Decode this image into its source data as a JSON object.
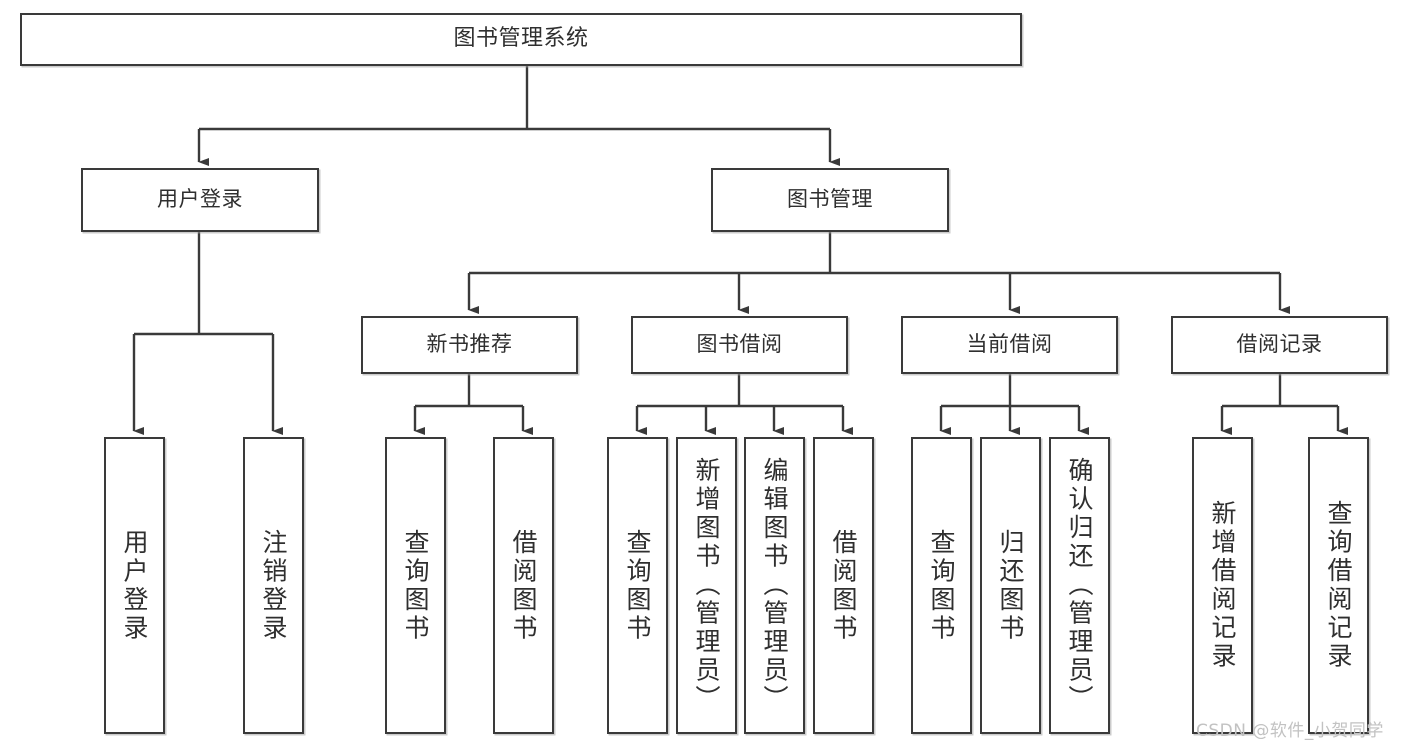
{
  "diagram": {
    "title": "图书管理系统",
    "type": "tree-hierarchy",
    "orientation": "top-down",
    "colors": {
      "background": "#ffffff",
      "node_border": "#3a3a3a",
      "node_fill": "#ffffff",
      "edge": "#3a3a3a",
      "text": "#2f2f2f",
      "watermark": "#c2c2c2"
    },
    "watermark": "CSDN @软件_小贺同学"
  },
  "nodes": {
    "root": {
      "label": "图书管理系统"
    },
    "level1": [
      {
        "id": "user-login",
        "label": "用户登录"
      },
      {
        "id": "book-manage",
        "label": "图书管理"
      }
    ],
    "level2": [
      {
        "id": "new-book-recommend",
        "label": "新书推荐"
      },
      {
        "id": "book-borrow",
        "label": "图书借阅"
      },
      {
        "id": "current-borrow",
        "label": "当前借阅"
      },
      {
        "id": "borrow-record",
        "label": "借阅记录"
      }
    ],
    "leaves": {
      "user-login": [
        {
          "id": "leaf-user-login",
          "label": "用户登录"
        },
        {
          "id": "leaf-user-logout",
          "label": "注销登录"
        }
      ],
      "new-book-recommend": [
        {
          "id": "leaf-query-book-1",
          "label": "查询图书"
        },
        {
          "id": "leaf-borrow-book-1",
          "label": "借阅图书"
        }
      ],
      "book-borrow": [
        {
          "id": "leaf-query-book-2",
          "label": "查询图书"
        },
        {
          "id": "leaf-add-book",
          "label": "新增图书（管理员）"
        },
        {
          "id": "leaf-edit-book",
          "label": "编辑图书（管理员）"
        },
        {
          "id": "leaf-borrow-book-2",
          "label": "借阅图书"
        }
      ],
      "current-borrow": [
        {
          "id": "leaf-query-book-3",
          "label": "查询图书"
        },
        {
          "id": "leaf-return-book",
          "label": "归还图书"
        },
        {
          "id": "leaf-confirm-return",
          "label": "确认归还（管理员）"
        }
      ],
      "borrow-record": [
        {
          "id": "leaf-add-record",
          "label": "新增借阅记录"
        },
        {
          "id": "leaf-query-record",
          "label": "查询借阅记录"
        }
      ]
    }
  }
}
